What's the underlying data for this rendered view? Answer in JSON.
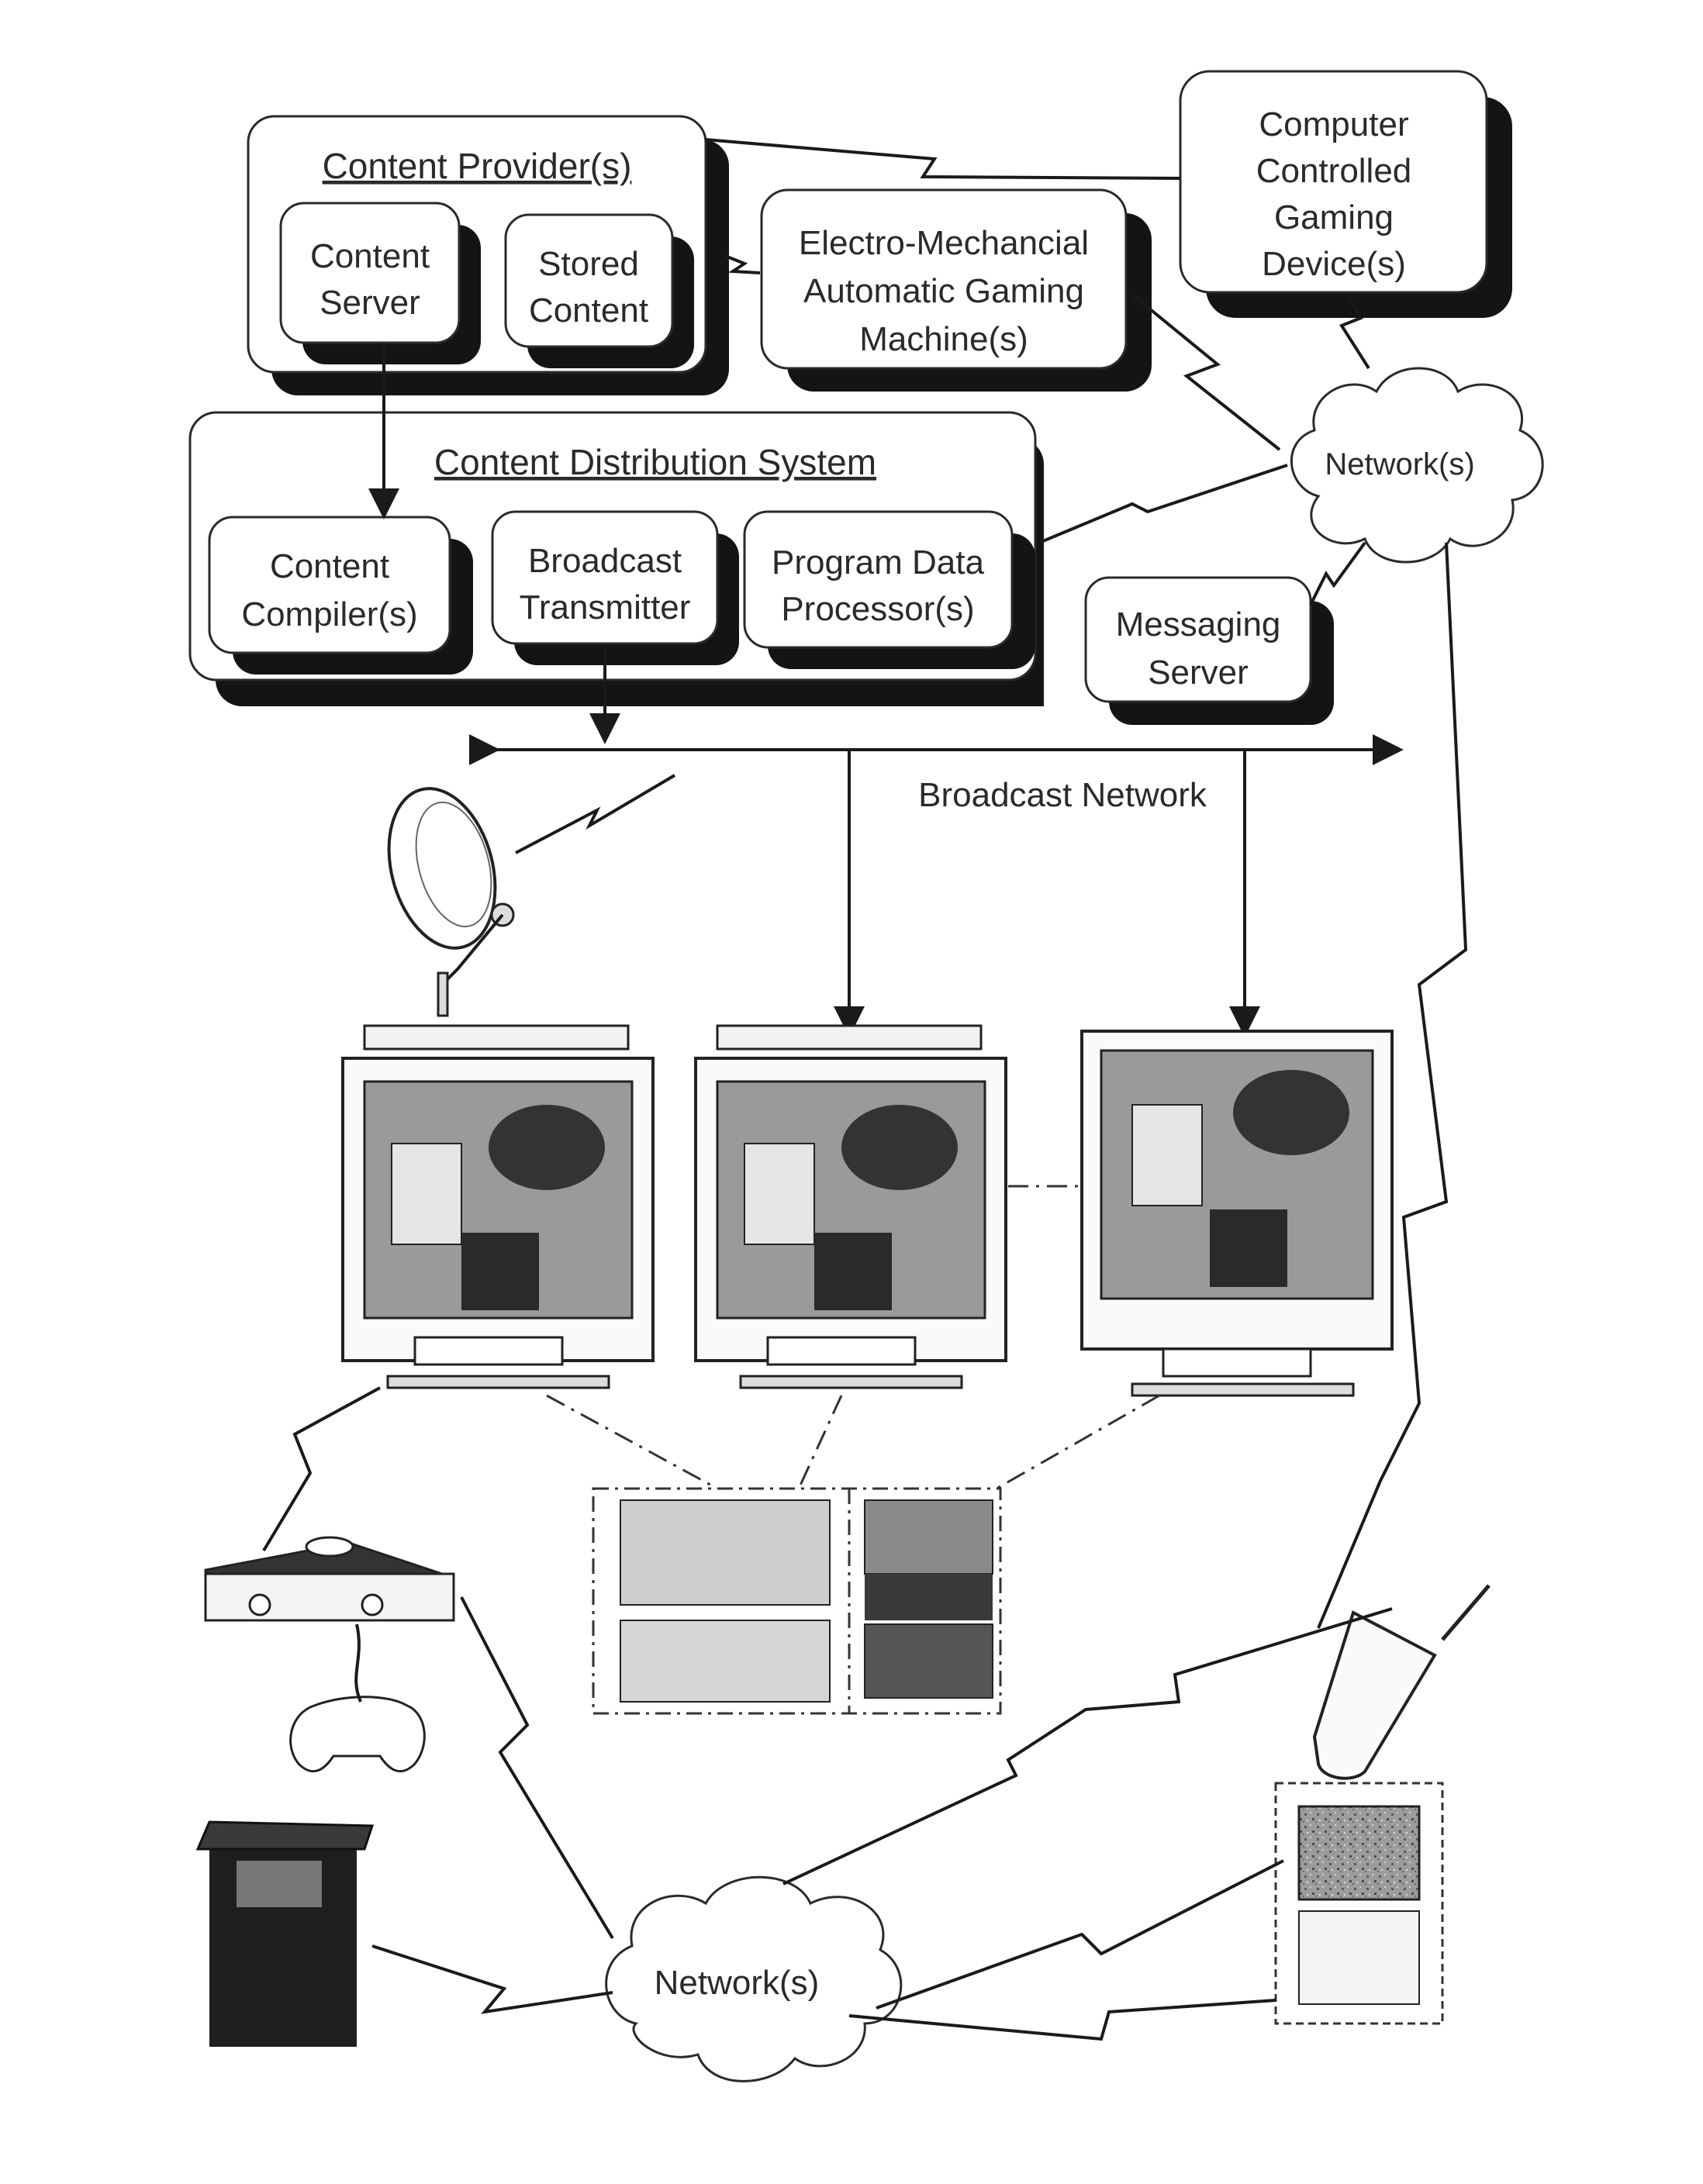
{
  "content_provider": {
    "title": "Content Provider(s)"
  },
  "content_server": {
    "line1": "Content",
    "line2": "Server"
  },
  "stored_content": {
    "line1": "Stored",
    "line2": "Content"
  },
  "em_gaming": {
    "line1": "Electro-Mechancial",
    "line2": "Automatic Gaming",
    "line3": "Machine(s)"
  },
  "ccgd": {
    "line1": "Computer",
    "line2": "Controlled",
    "line3": "Gaming",
    "line4": "Device(s)"
  },
  "distribution": {
    "title": "Content Distribution System"
  },
  "compiler": {
    "line1": "Content",
    "line2": "Compiler(s)"
  },
  "broadcast_tx": {
    "line1": "Broadcast",
    "line2": "Transmitter"
  },
  "program_data": {
    "line1": "Program Data",
    "line2": "Processor(s)"
  },
  "messaging": {
    "line1": "Messaging",
    "line2": "Server"
  },
  "network_top": {
    "label": "Network(s)"
  },
  "broadcast_network": {
    "label": "Broadcast Network"
  },
  "network_bottom": {
    "label": "Network(s)"
  }
}
